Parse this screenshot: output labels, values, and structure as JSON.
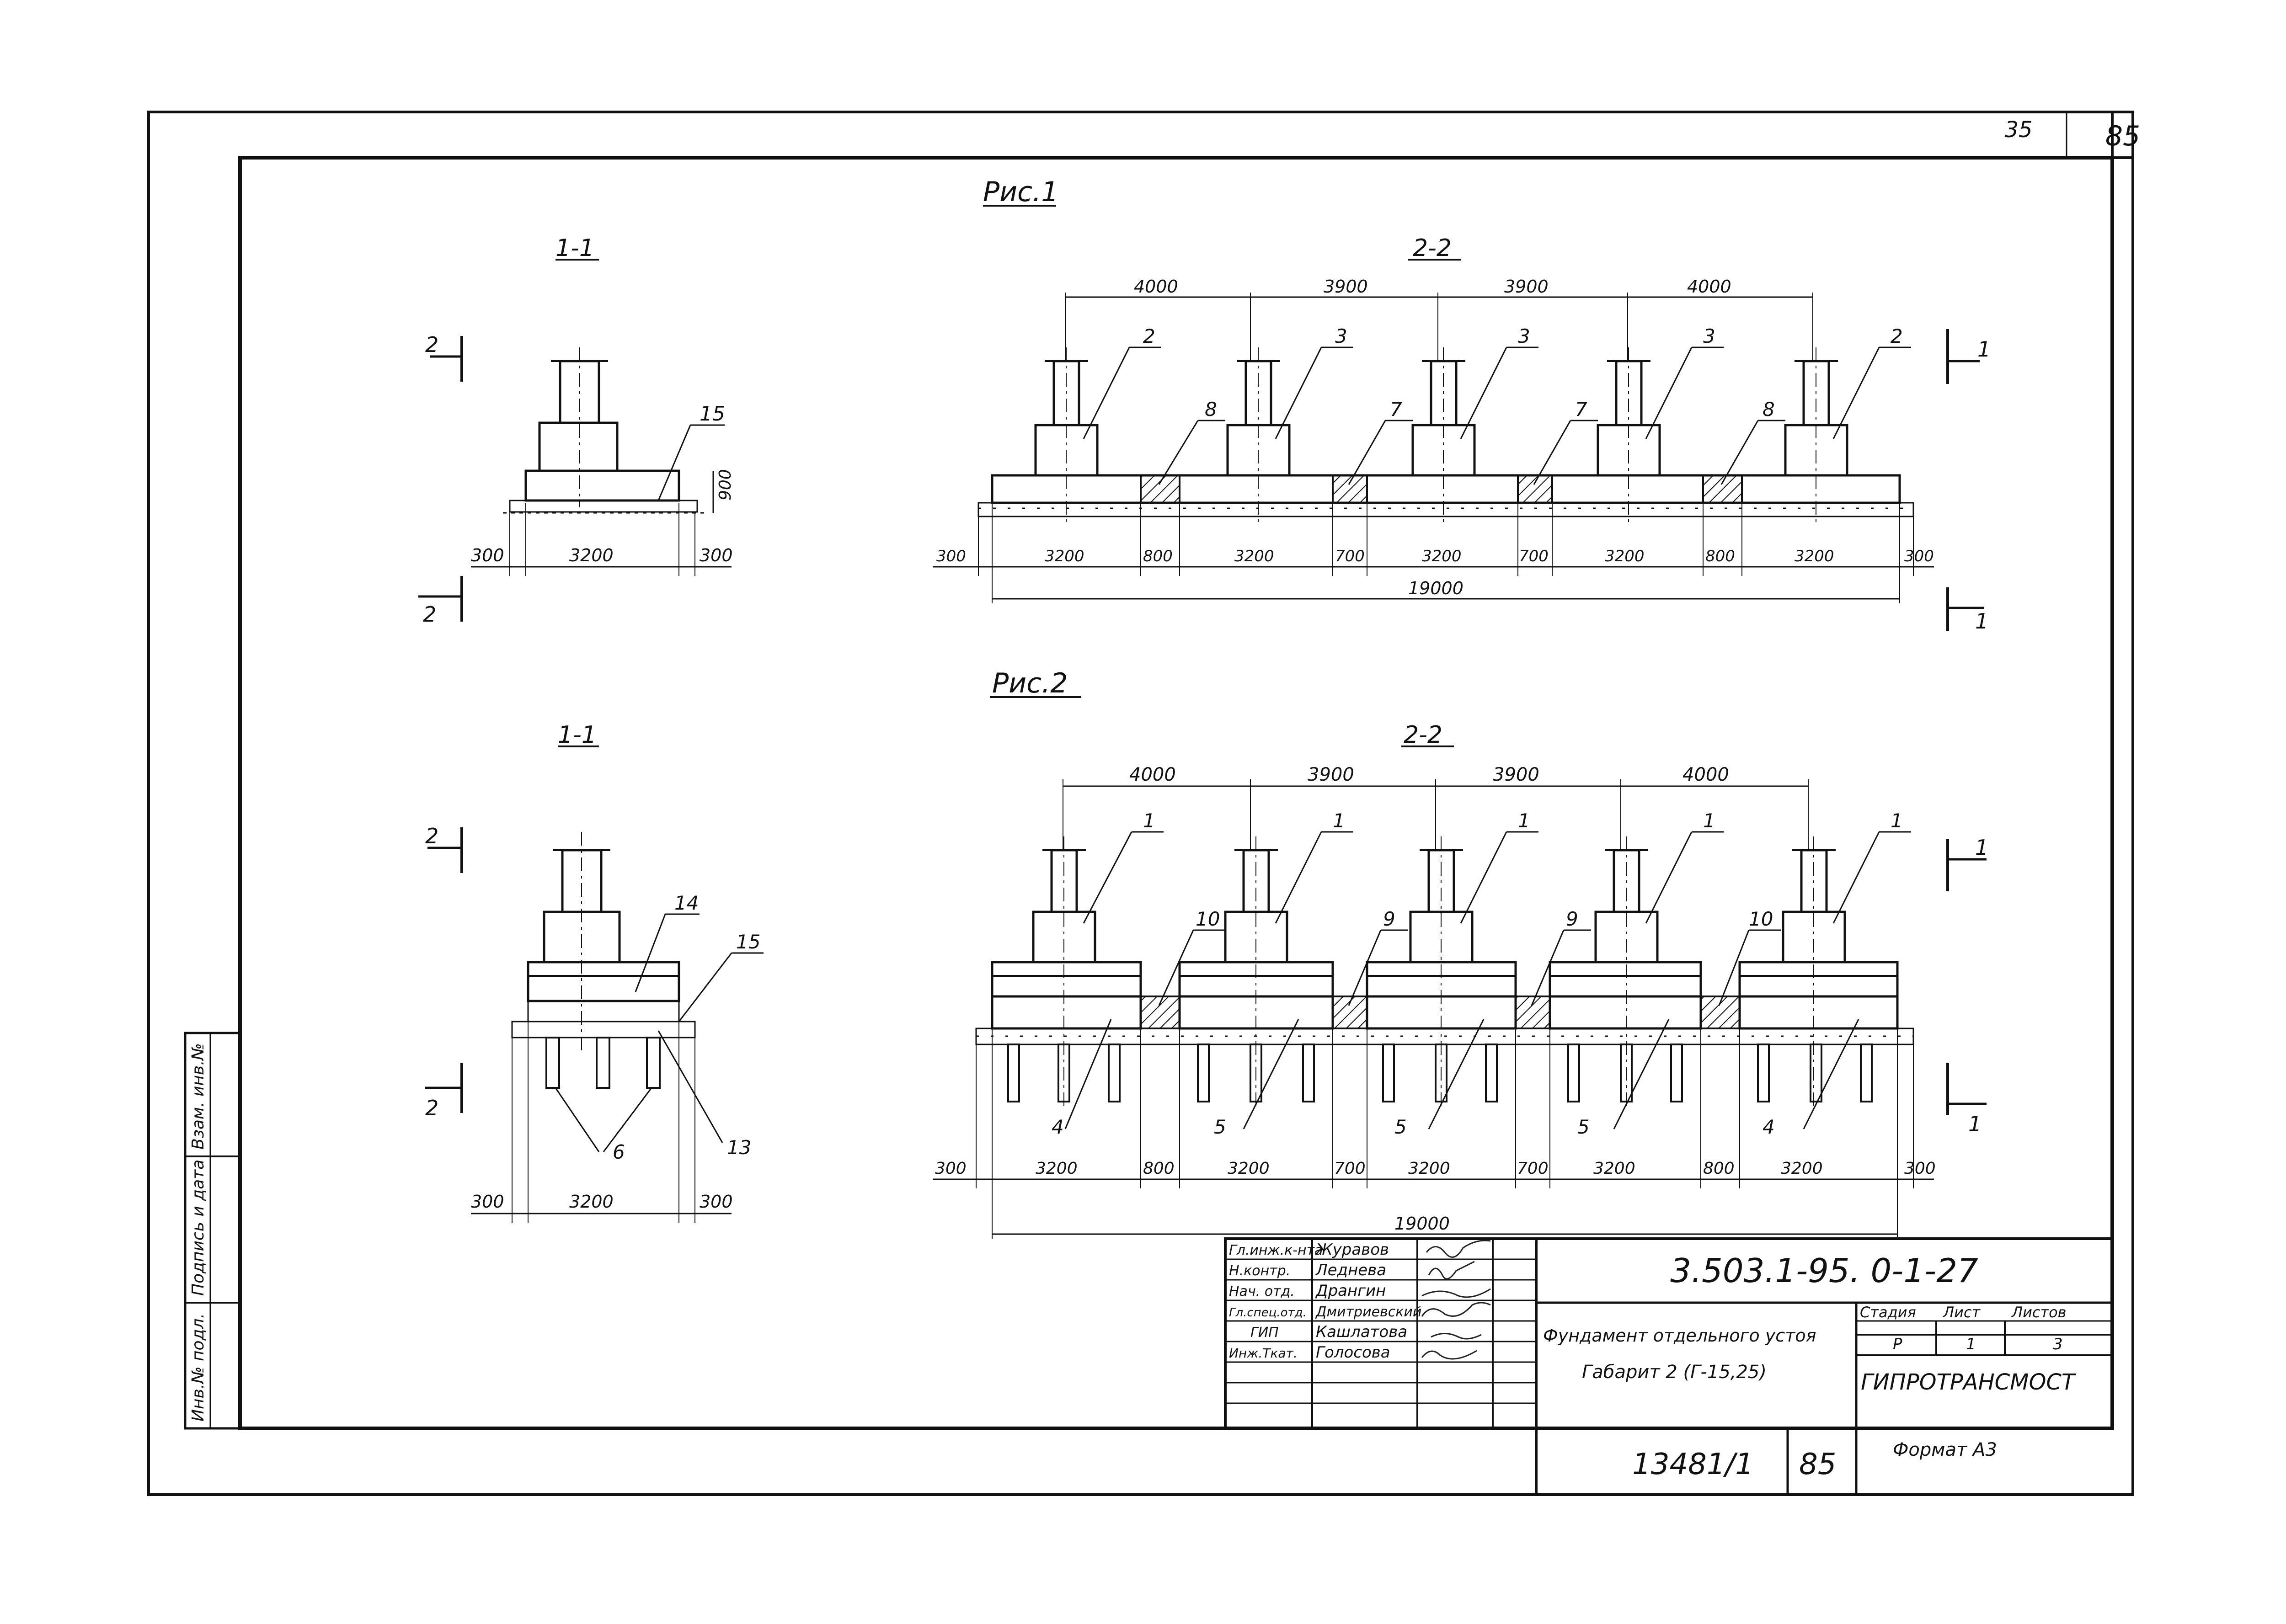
{
  "sheet": {
    "page_number": "85",
    "old_page_number": "35",
    "format_note": "Формат А3"
  },
  "fig1": {
    "title": "Рис.1",
    "section_1_1": {
      "label": "1-1",
      "marker_left": "2",
      "marker_left_bottom": "2",
      "callout_15": "15",
      "dim_height": "900",
      "dim_left": "300",
      "dim_main": "3200",
      "dim_right": "300"
    },
    "section_2_2": {
      "label": "2-2",
      "top_dims": [
        "4000",
        "3900",
        "3900",
        "4000"
      ],
      "column_callouts": [
        "2",
        "3",
        "3",
        "3",
        "2"
      ],
      "joint_callouts": [
        "8",
        "7",
        "7",
        "8"
      ],
      "bottom_dims": [
        "300",
        "3200",
        "800",
        "3200",
        "700",
        "3200",
        "700",
        "3200",
        "800",
        "3200",
        "300"
      ],
      "total": "19000",
      "marker_right_top": "1",
      "marker_right_bottom": "1"
    }
  },
  "fig2": {
    "title": "Рис.2",
    "section_1_1": {
      "label": "1-1",
      "marker_left": "2",
      "marker_left_bottom": "2",
      "callout_14": "14",
      "callout_15": "15",
      "callout_6": "6",
      "callout_13": "13",
      "dim_left": "300",
      "dim_main": "3200",
      "dim_right": "300"
    },
    "section_2_2": {
      "label": "2-2",
      "top_dims": [
        "4000",
        "3900",
        "3900",
        "4000"
      ],
      "column_callouts": [
        "1",
        "1",
        "1",
        "1",
        "1"
      ],
      "joint_callouts": [
        "10",
        "9",
        "9",
        "10"
      ],
      "pile_callouts": [
        "4",
        "5",
        "5",
        "5",
        "4"
      ],
      "bottom_dims": [
        "300",
        "3200",
        "800",
        "3200",
        "700",
        "3200",
        "700",
        "3200",
        "800",
        "3200",
        "300"
      ],
      "total": "19000",
      "marker_right_top": "1",
      "marker_right_bottom": "1"
    }
  },
  "left_strip": {
    "fields": [
      "Инв.№ подл.",
      "Подпись и дата",
      "Взам. инв.№"
    ]
  },
  "title_block": {
    "roles": [
      "Гл.инж.к-нта",
      "Н.контр.",
      "Нач. отд.",
      "Гл.спец.отд.",
      "ГИП",
      "Инж.Ткат."
    ],
    "names": [
      "Журавов",
      "Леднева",
      "Дрангин",
      "Дмитриевский",
      "Кашлатова",
      "Голосова"
    ],
    "designation": "3.503.1-95. 0-1-27",
    "description_line1": "Фундамент отдельного устоя",
    "description_line2": "Габарит 2 (Г-15,25)",
    "stage_header": "Стадия",
    "sheet_header": "Лист",
    "sheets_header": "Листов",
    "stage": "Р",
    "sheet": "1",
    "sheets": "3",
    "organization": "ГИПРОТРАНСМОСТ",
    "inventory": "13481/1",
    "inventory_page": "85"
  }
}
